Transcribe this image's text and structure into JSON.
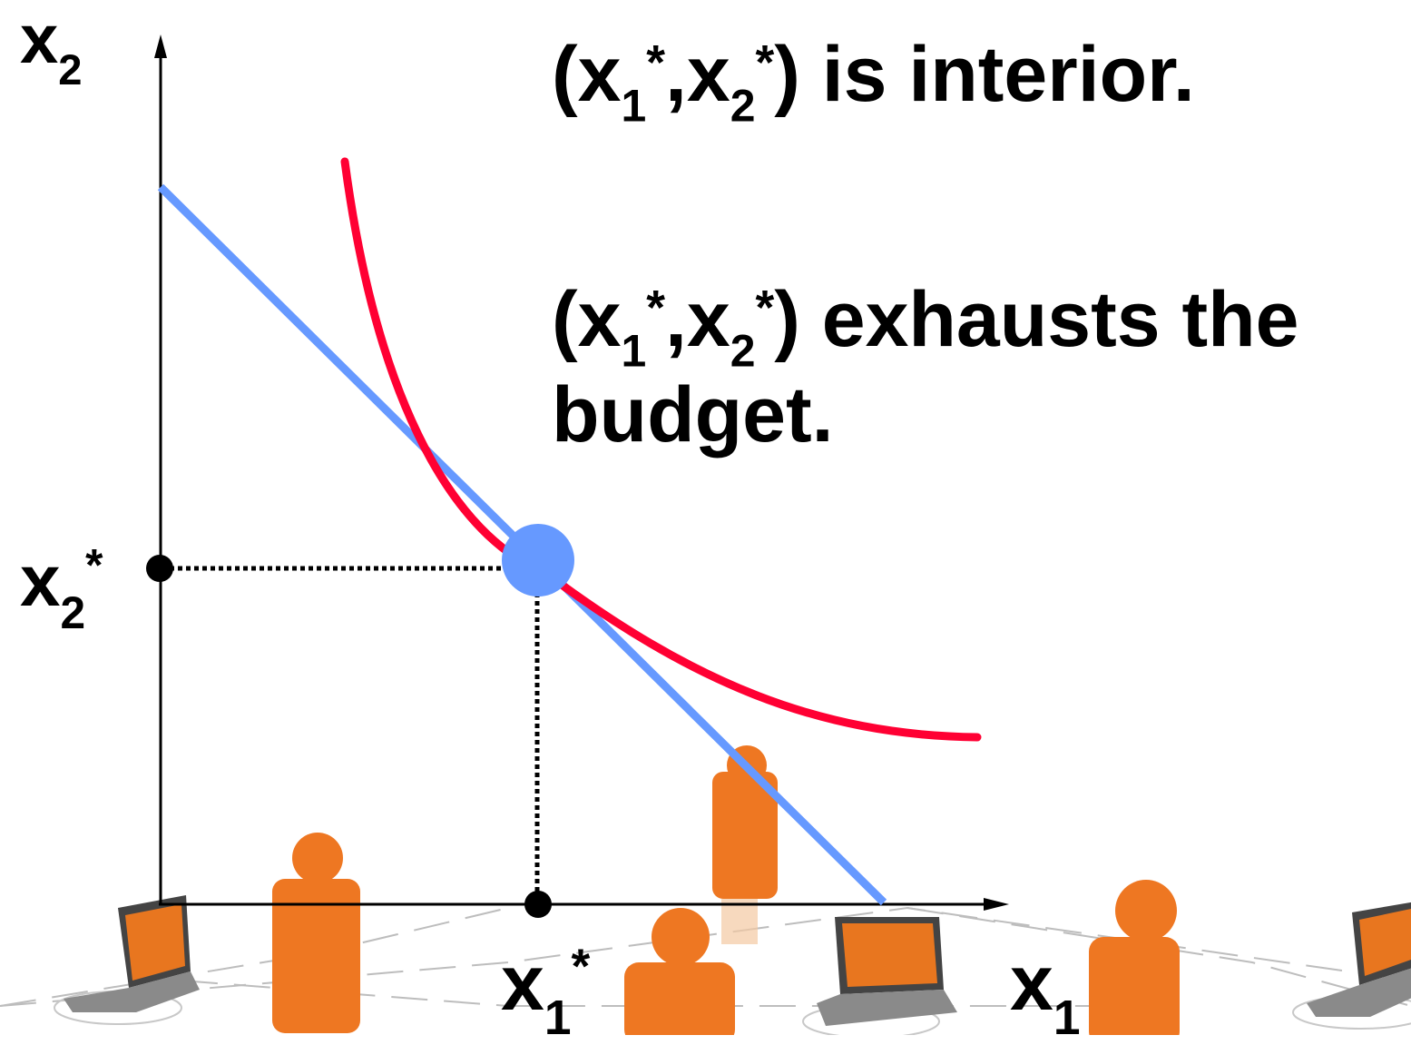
{
  "labels": {
    "y_axis": {
      "base": "x",
      "sub": "2"
    },
    "x_axis": {
      "base": "x",
      "sub": "1"
    },
    "y_star": {
      "base": "x",
      "sub": "2",
      "sup": "*"
    },
    "x_star": {
      "base": "x",
      "sub": "1",
      "sup": "*"
    }
  },
  "statement1": {
    "open": "(x",
    "s1": "1",
    "star1": "*",
    "mid": ",x",
    "s2": "2",
    "star2": "*",
    "close": ")",
    "tail": " is interior."
  },
  "statement2": {
    "open": "(x",
    "s1": "1",
    "star1": "*",
    "mid": ",x",
    "s2": "2",
    "star2": "*",
    "close": ")",
    "tail": " exhausts the budget."
  },
  "colors": {
    "budget_line": "#6699ff",
    "indifference_curve": "#ff0033",
    "optimum_point": "#6699ff",
    "axes": "#000000",
    "figures": "#ee7722",
    "laptops": "#555555"
  },
  "icons": [
    "person-figure-icon",
    "laptop-icon"
  ]
}
